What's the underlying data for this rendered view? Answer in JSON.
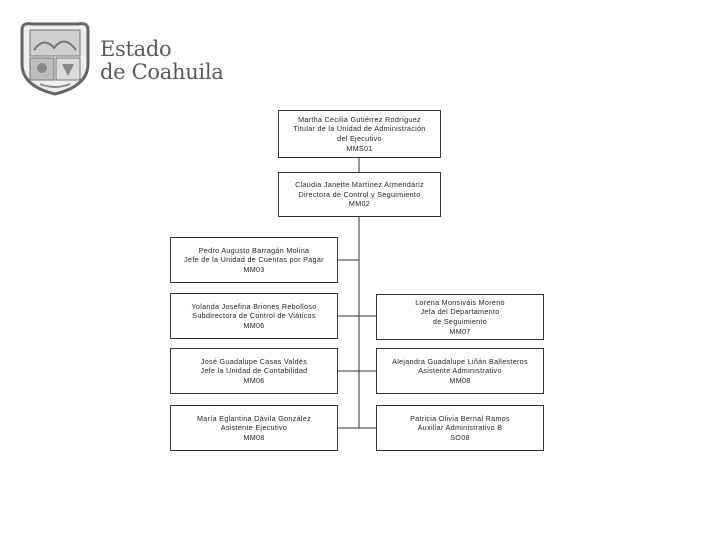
{
  "header": {
    "brand_line1": "Estado",
    "brand_line2": "de Coahuila"
  },
  "colors": {
    "line": "#333333",
    "brand_text": "#5a5a5a"
  },
  "icons": {
    "logo": "coahuila-coat-of-arms-icon"
  },
  "org_chart": {
    "nodes": [
      {
        "id": "mms01",
        "lines": [
          "Martha Cecilia Gutiérrez Rodríguez",
          "Titular de la Unidad de Administración",
          "del Ejecutivo",
          "MMS01"
        ]
      },
      {
        "id": "mm02",
        "lines": [
          "Claudia Janette Martínez Armendáriz",
          "Directora de Control y Seguimiento",
          "MM02"
        ]
      },
      {
        "id": "mm03",
        "lines": [
          "Pedro Augusto Barragán Molina",
          "Jefe de la Unidad de Cuentas por Pagar",
          "MM03"
        ]
      },
      {
        "id": "mm06a",
        "lines": [
          "Yolanda Josefina Briones Rebolloso",
          "Subdirectora de Control de Viáticos",
          "MM06"
        ]
      },
      {
        "id": "mm07",
        "lines": [
          "Lorena Monsiváis Moreno",
          "Jefa del Departamento",
          "de Seguimiento",
          "MM07"
        ]
      },
      {
        "id": "mm06b",
        "lines": [
          "José Guadalupe Casas Valdés",
          "Jefe la Unidad  de Contabilidad",
          "MM06"
        ]
      },
      {
        "id": "mm08a",
        "lines": [
          "Alejandra Guadalupe Liñán Ballesteros",
          "Asistente Administrativo",
          "MM08"
        ]
      },
      {
        "id": "mm08b",
        "lines": [
          "María Eglantina Dávila González",
          "Asistente Ejecutivo",
          "MM08"
        ]
      },
      {
        "id": "so08",
        "lines": [
          "Patricia Olivia Bernal  Ramos",
          "Auxiliar Administrativo  B",
          "SO08"
        ]
      }
    ]
  }
}
